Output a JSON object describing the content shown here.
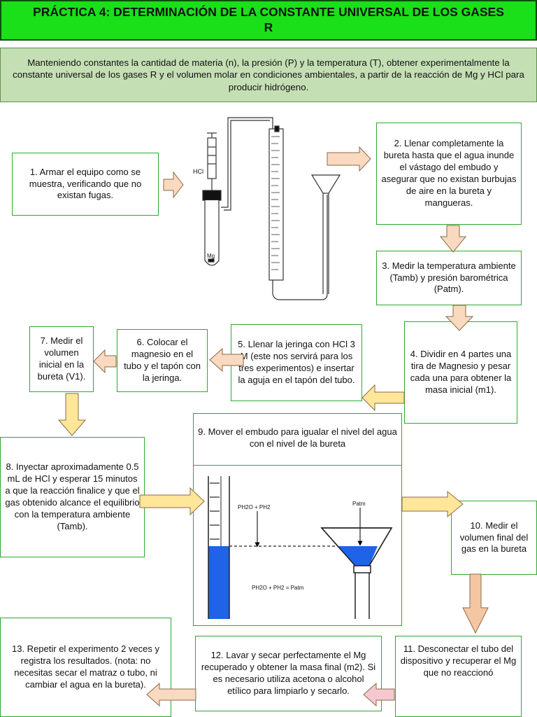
{
  "title": "PRÁCTICA 4: DETERMINACIÓN DE LA CONSTANTE UNIVERSAL DE LOS GASES R",
  "intro": "Manteniendo constantes la cantidad de materia (n), la presión (P) y la temperatura (T), obtener experimentalmente la constante universal de los gases R y el volumen molar en condiciones ambientales, a partir de la reacción de Mg y HCl para producir hidrógeno.",
  "steps": {
    "s1": "1. Armar el equipo como se muestra, verificando que no existan fugas.",
    "s2": "2. Llenar completamente la bureta hasta que el agua inunde el vástago del embudo y asegurar que no existan burbujas de aire en la bureta y mangueras.",
    "s3": "3. Medir la temperatura ambiente (Tamb) y presión barométrica (Patm).",
    "s4": "4. Dividir en 4 partes una tira de Magnesio y pesar cada una para obtener la masa inicial (m1).",
    "s5": "5. Llenar la jeringa con HCl 3 M (este nos servirá para los tres experimentos) e insertar la aguja en el tapón del tubo.",
    "s6": "6. Colocar el magnesio en el tubo y el tapón con la jeringa.",
    "s7": "7. Medir el volumen inicial en la bureta (V1).",
    "s8": "8. Inyectar aproximadamente 0.5 mL de HCl y esperar 15 minutos a que la reacción finalice y que el gas obtenido alcance el equilibrio con la temperatura ambiente (Tamb).",
    "s9": "9. Mover el embudo para igualar el nivel del agua con el nivel de la bureta",
    "s10": "10. Medir el volumen final del gas en la bureta",
    "s11": "11. Desconectar el tubo del dispositivo y recuperar el Mg que no reaccionó",
    "s12": "12. Lavar y secar perfectamente el Mg recuperado y obtener la masa final (m2). Si es necesario utiliza acetona o alcohol etílico para limpiarlo y secarlo.",
    "s13": "13. Repetir el experimento 2 veces y registra los resultados. (nota: no necesitas secar el matraz o tubo, ni cambiar el agua en la bureta)."
  },
  "apparatus": {
    "hcl_label": "HCl",
    "mg_label": "Mg"
  },
  "leveling": {
    "left_label": "PH2O + PH2",
    "right_label": "Patm",
    "equation": "PH2O + PH2 = Patm"
  },
  "colors": {
    "title_bg": "#19e019",
    "intro_bg": "#c5dfb4",
    "box_border": "#2fa82f",
    "water": "#1f63e6",
    "arrow_peach": "#f9d9bf",
    "arrow_yellow": "#ffe699",
    "arrow_salmon": "#f5c6a2",
    "arrow_pink": "#f7c7cf"
  }
}
